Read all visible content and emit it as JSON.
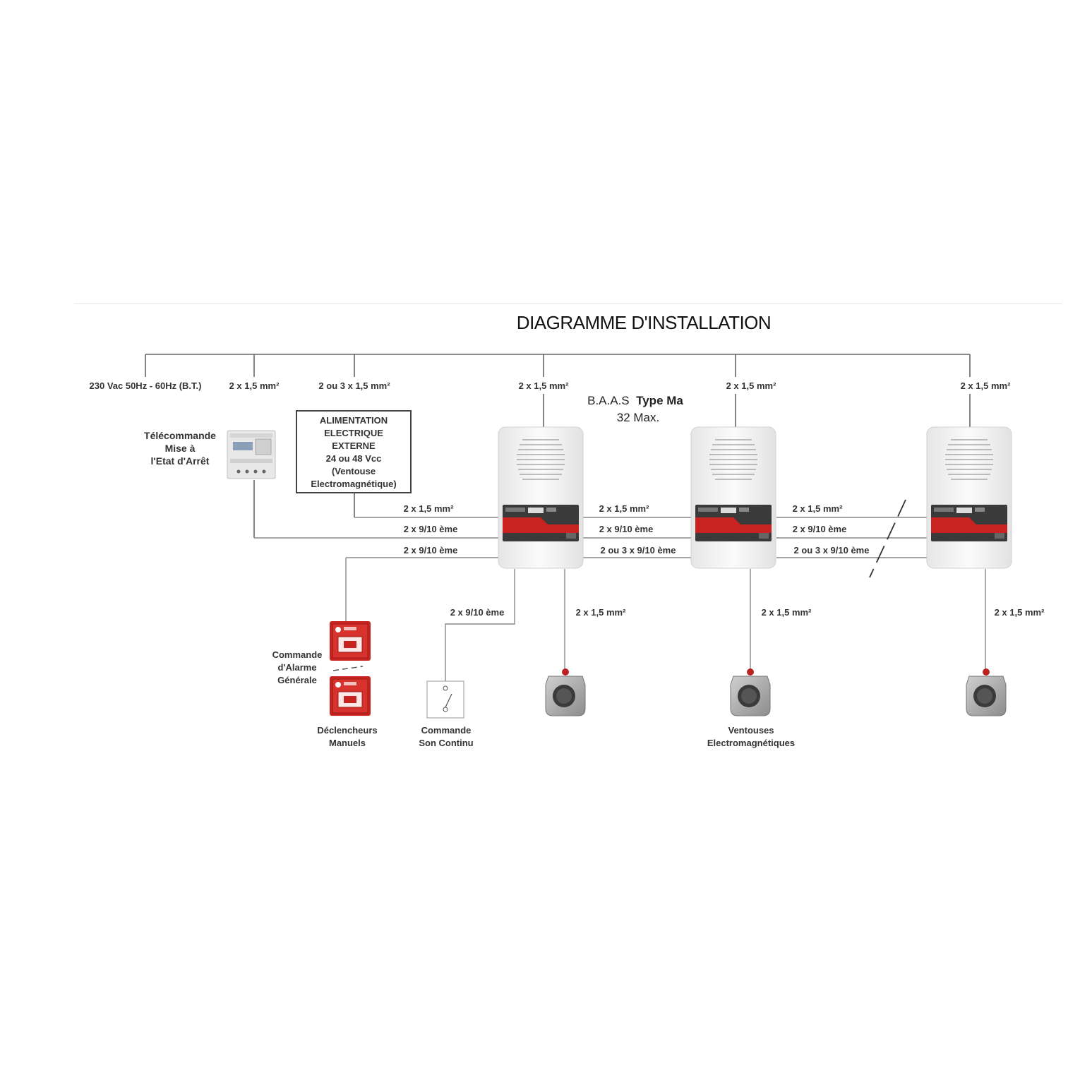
{
  "title": "DIAGRAMME D'INSTALLATION",
  "power_label": "230 Vac 50Hz - 60Hz (B.T.)",
  "baas": {
    "line1_prefix": "B.A.A.S",
    "line1_suffix": "Type Ma",
    "line2": "32 Max."
  },
  "top_cables": {
    "telecommande": "2 x 1,5 mm²",
    "alimentation": "2 ou 3 x 1,5 mm²",
    "baas1": "2 x 1,5 mm²",
    "baas2": "2 x 1,5 mm²",
    "baas3": "2 x 1,5 mm²"
  },
  "telecommande": {
    "line1": "Télécommande",
    "line2": "Mise à",
    "line3": "l'Etat d'Arrêt"
  },
  "alimentation_box": {
    "line1": "ALIMENTATION",
    "line2": "ELECTRIQUE",
    "line3": "EXTERNE",
    "line4": "24 ou 48 Vcc",
    "line5": "(Ventouse",
    "line6": "Electromagnétique)"
  },
  "bus_labels": {
    "seg1": [
      "2 x 1,5 mm²",
      "2 x 9/10 ème",
      "2 x 9/10 ème"
    ],
    "seg2": [
      "2 x 1,5 mm²",
      "2 x 9/10 ème",
      "2 ou 3 x  9/10 ème"
    ],
    "seg3": [
      "2 x 1,5 mm²",
      "2 x 9/10 ème",
      "2 ou 3 x  9/10 ème"
    ]
  },
  "lower_cables": {
    "son_continu": "2 x 9/10 ème",
    "ventouse1": "2 x 1,5 mm²",
    "ventouse2": "2 x 1,5 mm²",
    "ventouse3": "2 x 1,5 mm²"
  },
  "commande_alarme": {
    "line1": "Commande",
    "line2": "d'Alarme",
    "line3": "Générale"
  },
  "declencheurs": {
    "line1": "Déclencheurs",
    "line2": "Manuels"
  },
  "son_continu": {
    "line1": "Commande",
    "line2": "Son Continu"
  },
  "ventouses": {
    "line1": "Ventouses",
    "line2": "Electromagnétiques"
  },
  "colors": {
    "alarm_red": "#c8231f",
    "panel_dark": "#3a3a3a",
    "wire": "#666666",
    "device_white": "#f4f4f4"
  }
}
